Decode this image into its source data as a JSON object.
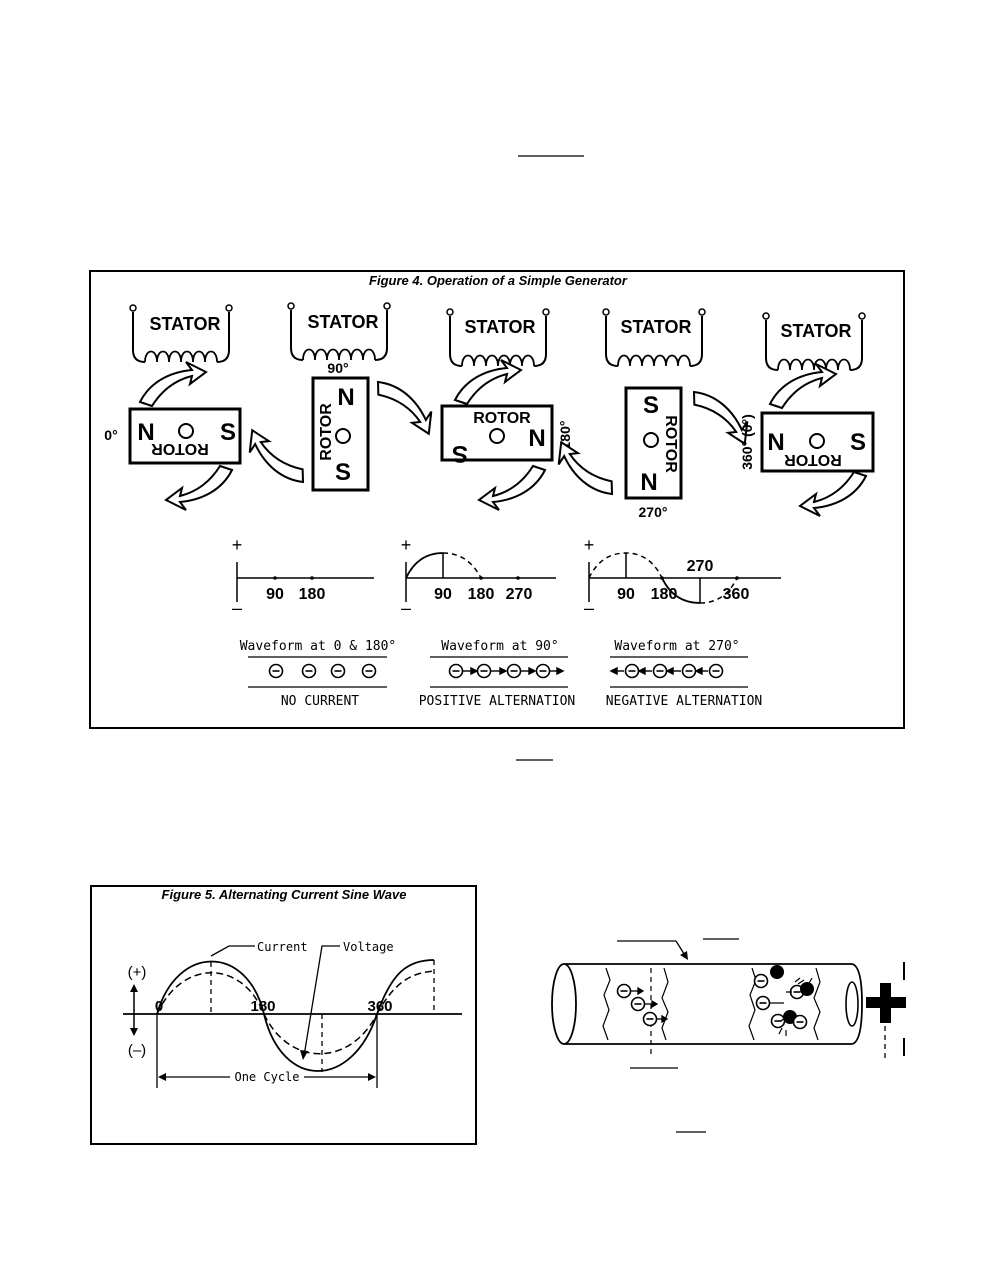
{
  "figure4": {
    "title": "Figure 4. Operation of a Simple Generator",
    "stator_label": "STATOR",
    "rotor_label": "ROTOR",
    "north": "N",
    "south": "S",
    "angles": {
      "a0": "0°",
      "a90": "90°",
      "a180": "180°",
      "a270": "270°",
      "a360": "360° (0°)"
    },
    "plus": "+",
    "minus": "–",
    "graph_ticks": {
      "t90": "90",
      "t180": "180",
      "t270": "270",
      "t360": "360"
    },
    "waveforms": [
      {
        "caption": "Waveform at 0 & 180°",
        "state": "NO CURRENT"
      },
      {
        "caption": "Waveform at 90°",
        "state": "POSITIVE ALTERNATION"
      },
      {
        "caption": "Waveform at 270°",
        "state": "NEGATIVE ALTERNATION"
      }
    ]
  },
  "figure5": {
    "title": "Figure 5. Alternating Current Sine Wave",
    "current_label": "Current",
    "voltage_label": "Voltage",
    "plus_label": "(+)",
    "minus_label": "(–)",
    "tick_0": "0",
    "tick_180": "180",
    "tick_360": "360",
    "cycle_label": "One Cycle"
  }
}
